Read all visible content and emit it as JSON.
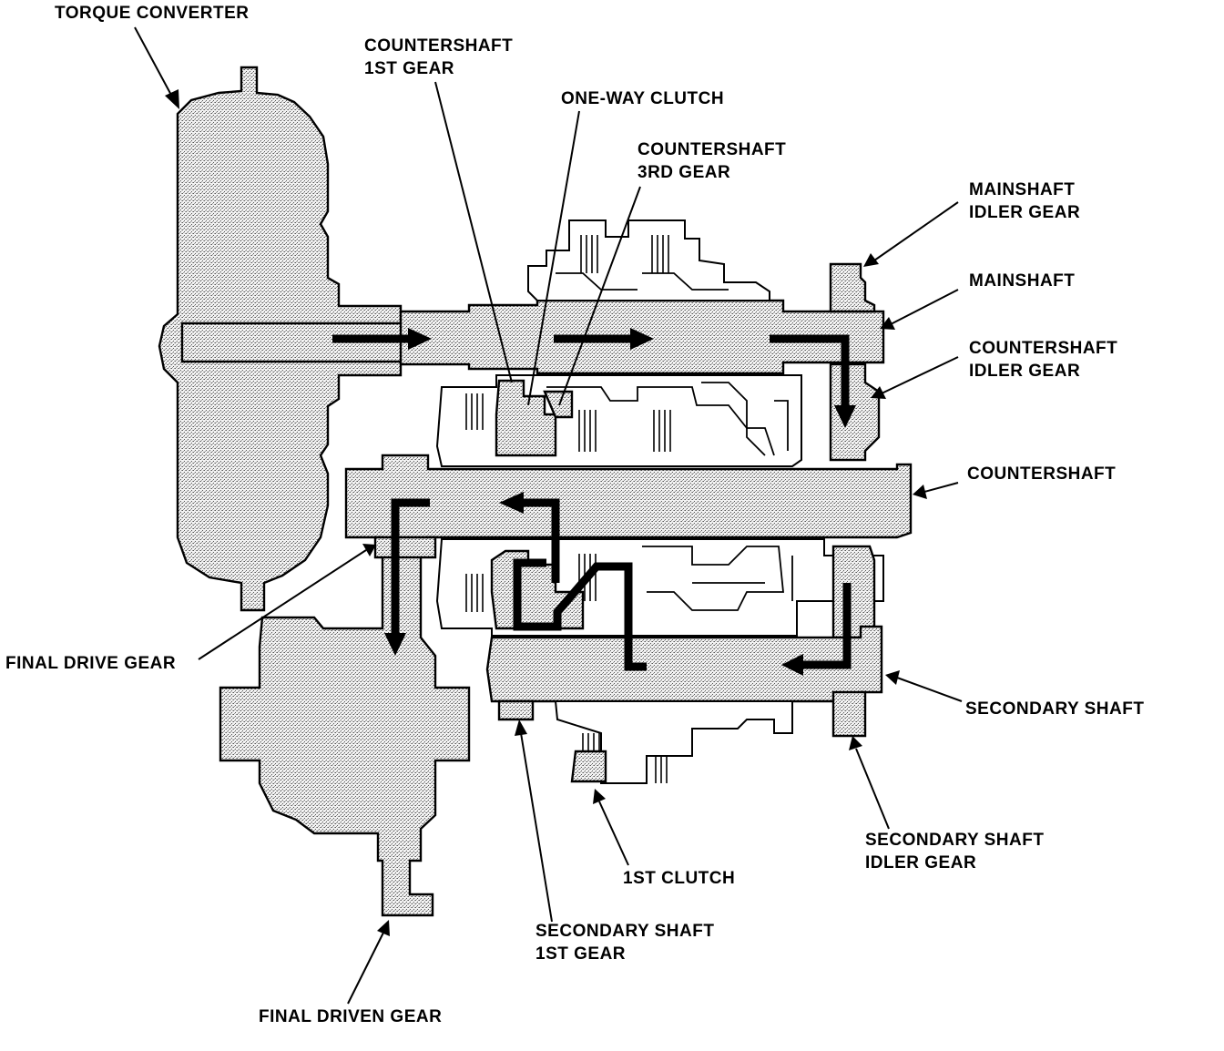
{
  "diagram": {
    "labels": {
      "torque_converter": [
        "TORQUE CONVERTER"
      ],
      "countershaft_1st_gear": [
        "COUNTERSHAFT",
        "1ST GEAR"
      ],
      "one_way_clutch": [
        "ONE-WAY CLUTCH"
      ],
      "countershaft_3rd_gear": [
        "COUNTERSHAFT",
        "3RD GEAR"
      ],
      "mainshaft_idler_gear": [
        "MAINSHAFT",
        "IDLER GEAR"
      ],
      "mainshaft": [
        "MAINSHAFT"
      ],
      "countershaft_idler_gear": [
        "COUNTERSHAFT",
        "IDLER GEAR"
      ],
      "countershaft": [
        "COUNTERSHAFT"
      ],
      "final_drive_gear": [
        "FINAL DRIVE GEAR"
      ],
      "secondary_shaft": [
        "SECONDARY SHAFT"
      ],
      "secondary_shaft_idler_gear": [
        "SECONDARY SHAFT",
        "IDLER GEAR"
      ],
      "first_clutch": [
        "1ST CLUTCH"
      ],
      "secondary_shaft_1st_gear": [
        "SECONDARY SHAFT",
        "1ST GEAR"
      ],
      "final_driven_gear": [
        "FINAL DRIVEN GEAR"
      ]
    }
  }
}
